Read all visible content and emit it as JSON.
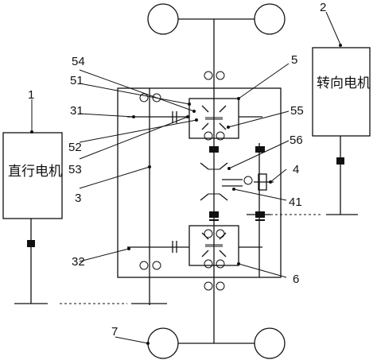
{
  "motors": {
    "drive_motor_label": "直行电机",
    "steering_motor_label": "转向电机"
  },
  "labels": {
    "l1": "1",
    "l2": "2",
    "l3": "3",
    "l31": "31",
    "l32": "32",
    "l4": "4",
    "l41": "41",
    "l5": "5",
    "l51": "51",
    "l52": "52",
    "l53": "53",
    "l54": "54",
    "l55": "55",
    "l56": "56",
    "l6": "6",
    "l7": "7"
  }
}
